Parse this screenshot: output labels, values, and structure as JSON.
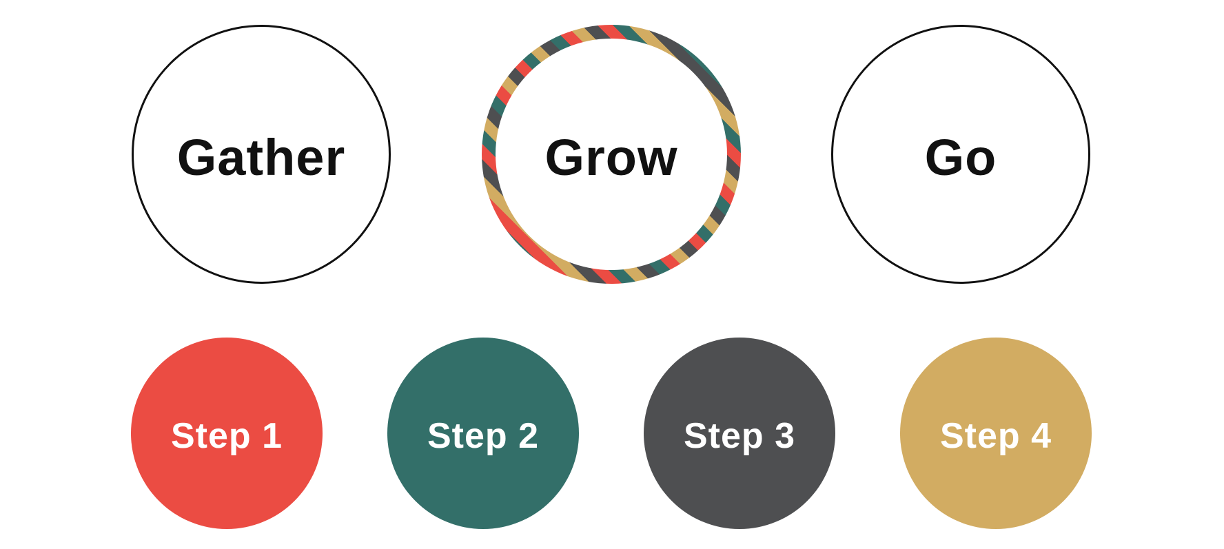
{
  "colors": {
    "red": "#EB4C43",
    "teal": "#336F69",
    "gray": "#4E4F51",
    "gold": "#D2AC62",
    "outline": "#111111"
  },
  "phases": [
    {
      "label": "Gather",
      "style": "outline"
    },
    {
      "label": "Grow",
      "style": "striped"
    },
    {
      "label": "Go",
      "style": "outline"
    }
  ],
  "steps": [
    {
      "label": "Step 1",
      "color": "#EB4C43"
    },
    {
      "label": "Step 2",
      "color": "#336F69"
    },
    {
      "label": "Step 3",
      "color": "#4E4F51"
    },
    {
      "label": "Step 4",
      "color": "#D2AC62"
    }
  ]
}
